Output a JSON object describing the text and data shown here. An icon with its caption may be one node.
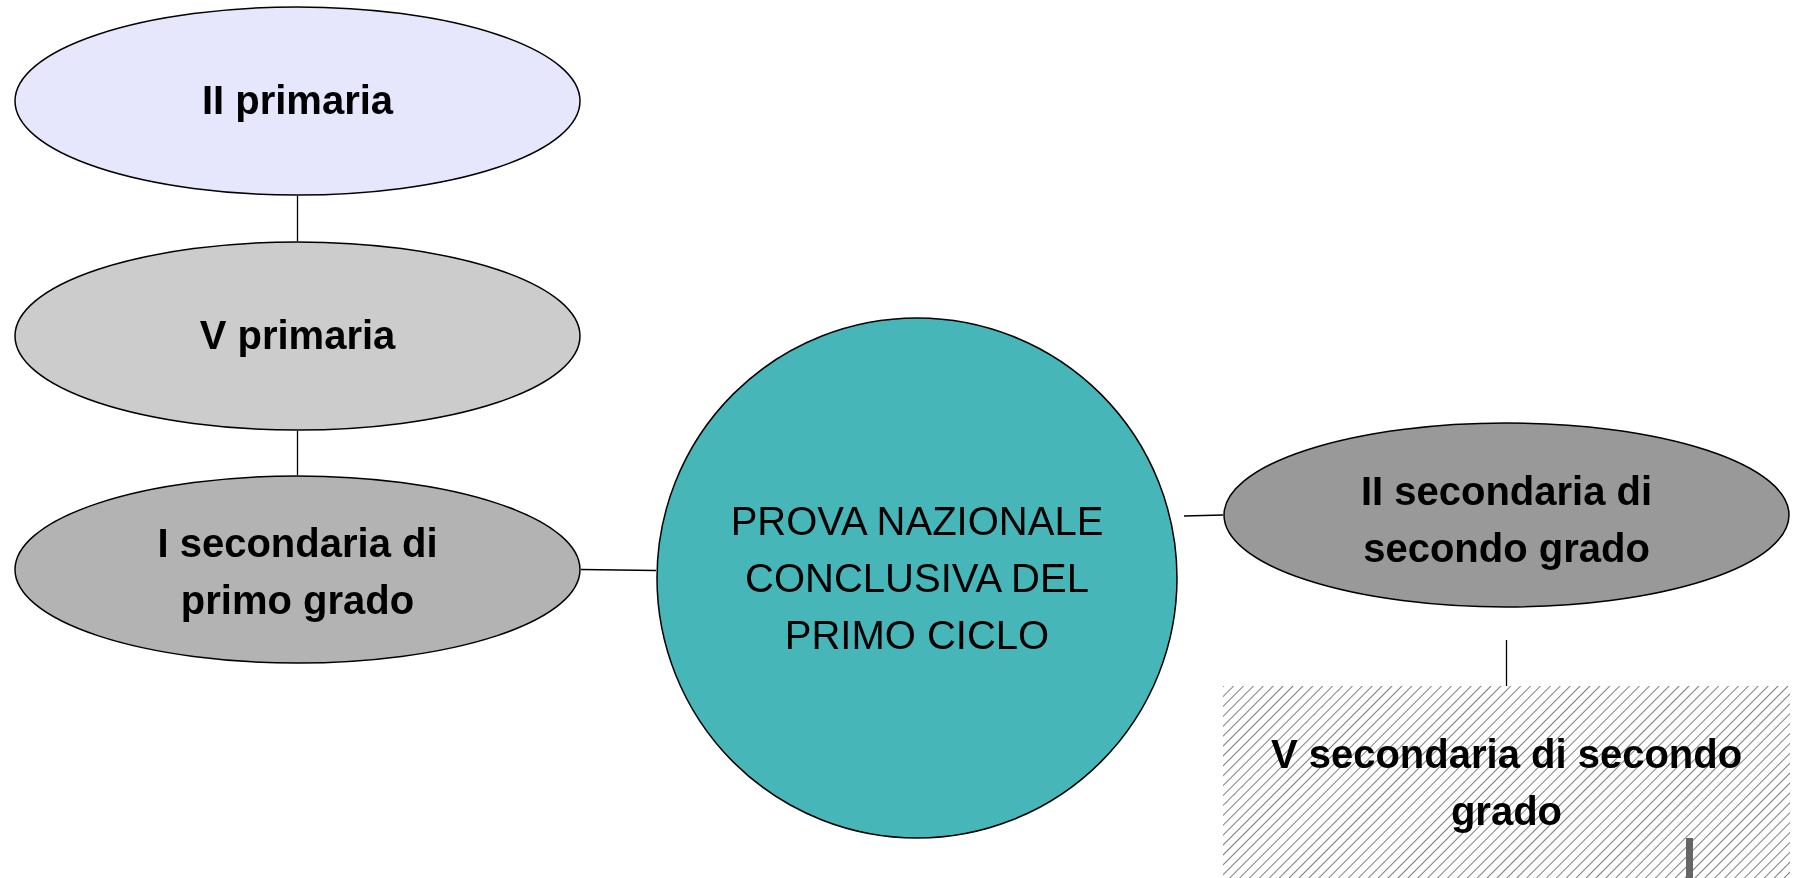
{
  "diagram": {
    "nodes": [
      {
        "text": [
          "II primaria"
        ]
      },
      {
        "text": [
          "V primaria"
        ]
      },
      {
        "text": [
          "I secondaria di primo grado"
        ]
      },
      {
        "text": [
          "PROVA NAZIONALE CONCLUSIVA DEL PRIMO CICLO"
        ]
      },
      {
        "text": [
          "II secondaria di secondo grado"
        ]
      },
      {
        "text": [
          "V secondaria di secondo grado"
        ]
      }
    ],
    "edges": [
      {
        "from": 0,
        "to": 1,
        "arrow": "none"
      },
      {
        "from": 1,
        "to": 2,
        "arrow": "none"
      },
      {
        "from": 2,
        "to": 3,
        "arrow": "none"
      },
      {
        "from": 3,
        "to": 4,
        "arrow": "none"
      },
      {
        "from": 4,
        "to": 5,
        "arrow": "none"
      }
    ]
  }
}
